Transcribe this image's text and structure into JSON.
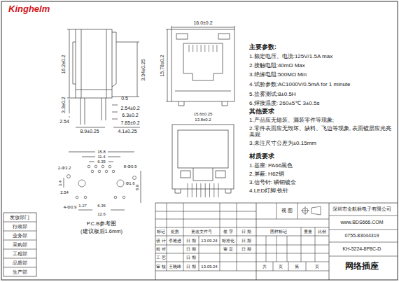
{
  "diagram": {
    "labels": [
      "Kinghelm",
      "16.2±0.2",
      "3.34±0.25",
      "0.5",
      "2.54±0.2",
      "6.3±0.2",
      "7.85±0.2",
      "3.3±0.2",
      "2.54",
      "8.9±0.25",
      "4.1±0.25",
      "16.0±0.2",
      "15.78±0.2",
      "15.6±0.25",
      "13.8±0.2",
      "15.8",
      "11.4",
      "6.35",
      "8-Φ0.9",
      "2-Φ3.2",
      "Φ1.6",
      "3.4",
      "4-Φ0.9",
      "2.54",
      "8.9",
      "6.35",
      "1.27",
      "12.6",
      "P.C.B参考图",
      "(建议板后1.6mm)",
      "主要参数:",
      "1.额定电压、电流:125V/1.5A max",
      "2.接触电阻:40mΩ Max",
      "3.绝缘电阻:500MΩ Min",
      "4.试验参数:AC1000V/0.5mA for 1 minute",
      "5.盐雾测试:8±0.5H",
      "6.焊接温度: 260±5℃ 3±0.5s",
      "其他要求",
      "1.产品应无错装、漏装零件等现象;",
      "2.零件表面应无毁坏、缺料、飞边等现象, 表面镀层应光亮美观",
      "3.未注尺寸公差为±0.15mm",
      "材质要求",
      "1.基座: PA66黑色",
      "2.屏蔽: H62铜",
      "3.信号针: 磷铜镀金",
      "4.LED灯脚:铁针",
      "发放部门",
      "行政部",
      "业务部",
      "采购部",
      "工程部",
      "品质部",
      "生产部",
      "标记",
      "处数",
      "更改文件号",
      "签 字",
      "日 期",
      "设 计",
      "李雅进",
      "日 期",
      "13.09.24",
      "标准化",
      "日 期",
      "校 对",
      "日 期",
      "审 定",
      "日 期",
      "工 艺",
      "日 期",
      "审 核",
      "王晓峰",
      "日 期",
      "13.09.24",
      "视 图",
      "图样标记",
      "重量",
      "比例",
      "共",
      "页",
      "第",
      "页",
      "深圳市金航标电子有限公司",
      "www.BDS666.COM",
      "0755-83044319",
      "KH-5224-8P8C-D",
      "网络插座"
    ]
  }
}
